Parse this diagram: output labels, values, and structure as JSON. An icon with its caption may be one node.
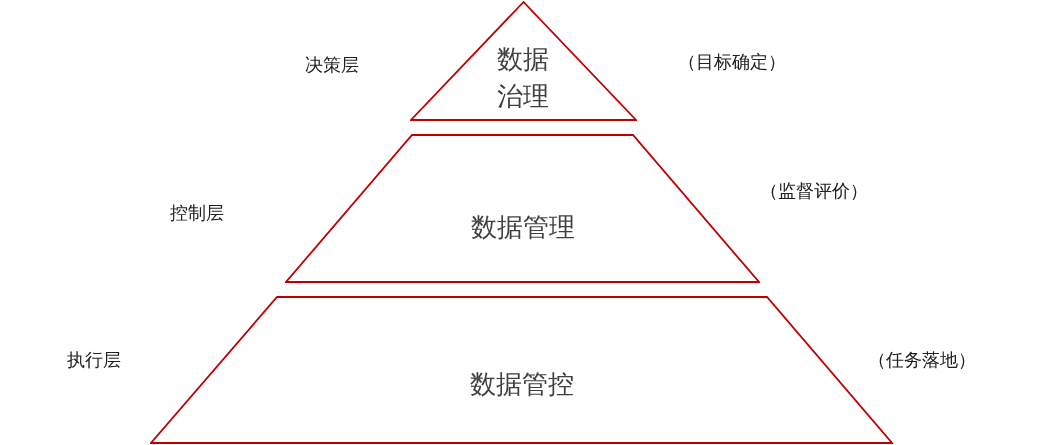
{
  "diagram": {
    "nodes": [
      {
        "text": [
          "数据治理"
        ],
        "beside": [
          "决策层",
          "（目标确定）"
        ]
      },
      {
        "text": [
          "数据管理"
        ],
        "beside": [
          "控制层",
          "（监督评价）"
        ]
      },
      {
        "text": [
          "数据管控"
        ],
        "beside": [
          "执行层",
          "（任务落地）"
        ]
      }
    ]
  }
}
